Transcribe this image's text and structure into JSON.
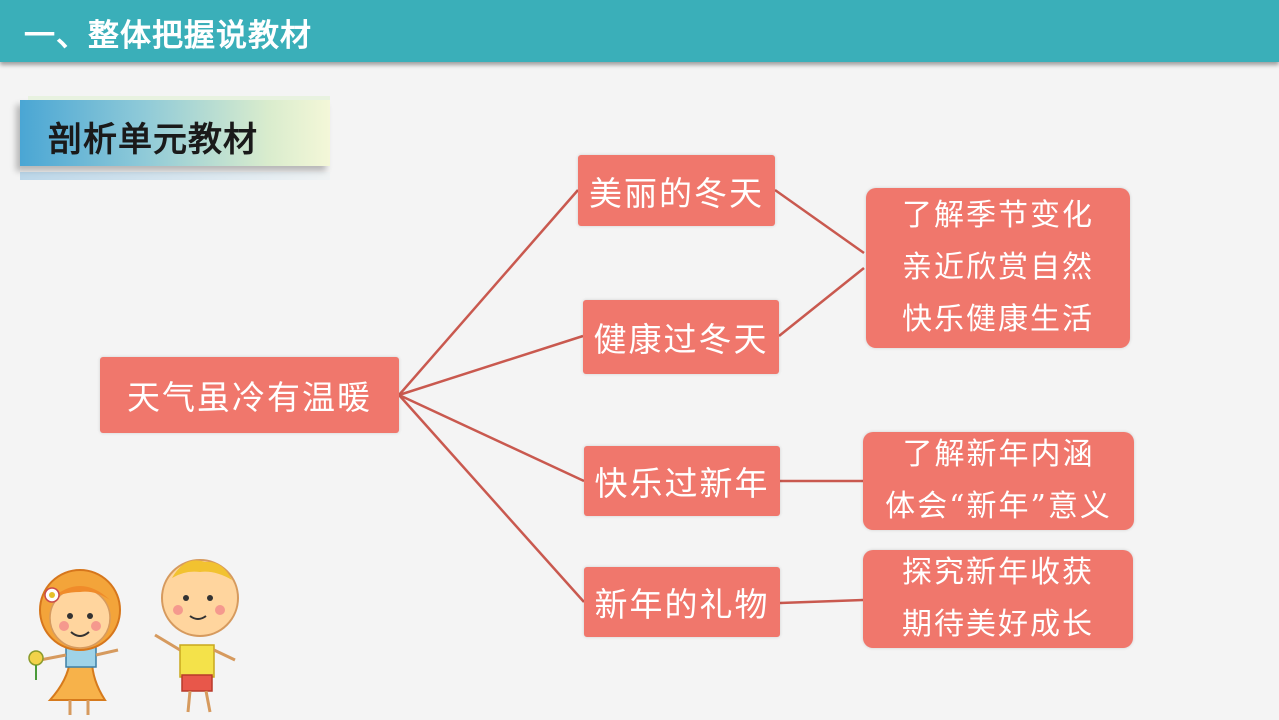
{
  "header": {
    "title": "一、整体把握说教材"
  },
  "section": {
    "title": "剖析单元教材"
  },
  "diagram": {
    "root": "天气虽冷有温暖",
    "branches": [
      {
        "label": "美丽的冬天"
      },
      {
        "label": "健康过冬天"
      },
      {
        "label": "快乐过新年"
      },
      {
        "label": "新年的礼物"
      }
    ],
    "outcomes": [
      {
        "lines": [
          "了解季节变化",
          "亲近欣赏自然",
          "快乐健康生活"
        ]
      },
      {
        "lines": [
          "了解新年内涵",
          "体会“新年”意义"
        ]
      },
      {
        "lines": [
          "探究新年收获",
          "期待美好成长"
        ]
      }
    ],
    "colors": {
      "node_fill": "#f0776c",
      "connector": "#c9594f",
      "header": "#3aafb9"
    }
  },
  "illustration": {
    "icon": "two-cartoon-children"
  }
}
